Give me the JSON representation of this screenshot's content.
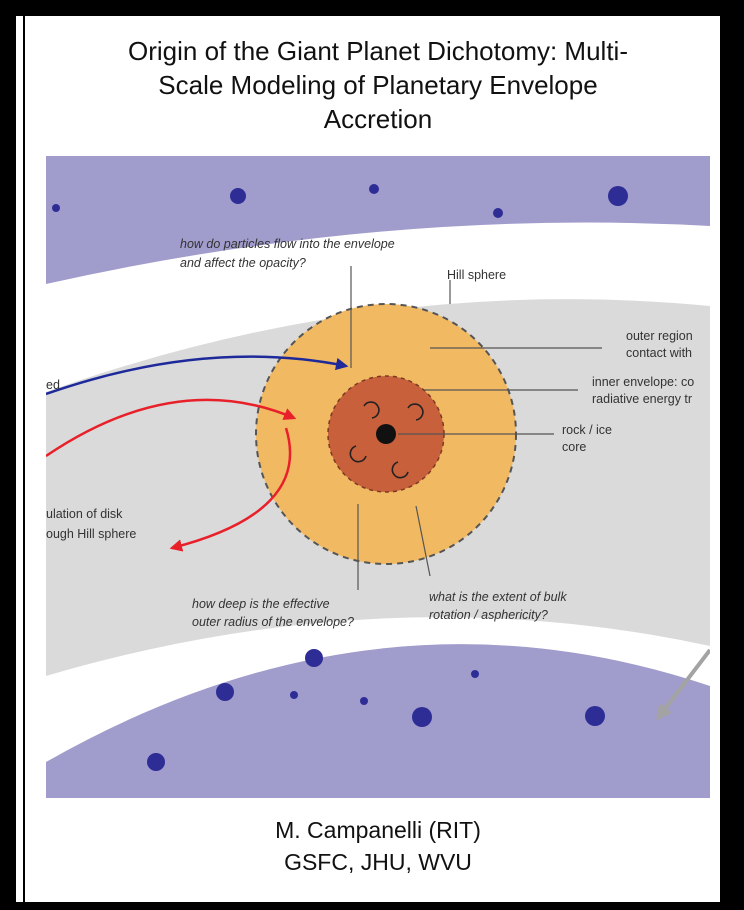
{
  "slide": {
    "title_lines": [
      "Origin of the Giant Planet Dichotomy: Multi-",
      "Scale Modeling of Planetary Envelope",
      "Accretion"
    ],
    "authors_lines": [
      "M. Campanelli (RIT)",
      "GSFC, JHU, WVU"
    ]
  },
  "diagram": {
    "question_particles": [
      "how do particles flow into the envelope",
      "and affect the opacity?"
    ],
    "hill_sphere": "Hill sphere",
    "outer_region": [
      "outer region",
      "contact with"
    ],
    "inner_envelope": [
      "inner envelope: co",
      "radiative energy tr"
    ],
    "core": [
      "rock / ice",
      "core"
    ],
    "left_partial": "ed",
    "circulation": [
      "ulation of disk",
      "ough Hill sphere"
    ],
    "question_depth": [
      "how deep is the effective",
      "outer radius of the envelope?"
    ],
    "question_rotation": [
      "what is the extent of bulk",
      "rotation / asphericity?"
    ],
    "colors": {
      "disk_band": "#a09ccb",
      "gas_band": "#dadada",
      "envelope_outer": "#f2b963",
      "envelope_inner": "#c8603b",
      "core": "#111111",
      "inflow_arrow": "#1e2a9a",
      "circulation_arrow": "#e8202a",
      "pointer_arrow": "#a3a3a3",
      "particle": "#2e2d96"
    }
  }
}
